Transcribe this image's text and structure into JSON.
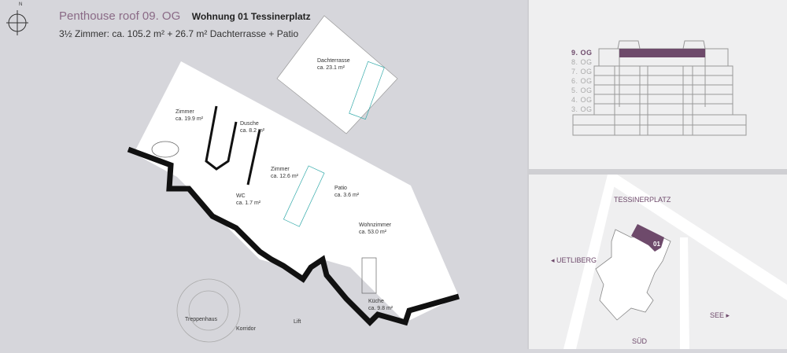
{
  "header": {
    "title": "Penthouse roof 09. OG",
    "subtitle": "Wohnung 01 Tessinerplatz",
    "area": "3½ Zimmer: ca. 105.2 m² + 26.7 m² Dachterrasse + Patio",
    "compass": "N"
  },
  "rooms": [
    {
      "name": "Dachterrasse",
      "area": "ca. 23.1 m²"
    },
    {
      "name": "Zimmer",
      "area": "ca. 19.9 m²"
    },
    {
      "name": "Dusche",
      "area": "ca. 8.2 m²"
    },
    {
      "name": "Zimmer",
      "area": "ca. 12.6 m²"
    },
    {
      "name": "Patio",
      "area": "ca. 3.6 m²"
    },
    {
      "name": "WC",
      "area": "ca. 1.7 m²"
    },
    {
      "name": "Wohnzimmer",
      "area": "ca. 53.0 m²"
    },
    {
      "name": "Küche",
      "area": "ca. 9.8 m²"
    }
  ],
  "common": {
    "stairs": "Treppenhaus",
    "corridor": "Korridor",
    "lift": "Lift"
  },
  "levels": [
    "9. OG",
    "8. OG",
    "7. OG",
    "6. OG",
    "5. OG",
    "4. OG",
    "3. OG"
  ],
  "map": {
    "north": "TESSINERPLATZ",
    "west": "◂ UETLIBERG",
    "east": "SEE ▸",
    "south": "SÜD",
    "unit": "01"
  },
  "colors": {
    "accent": "#6e4a6b"
  }
}
